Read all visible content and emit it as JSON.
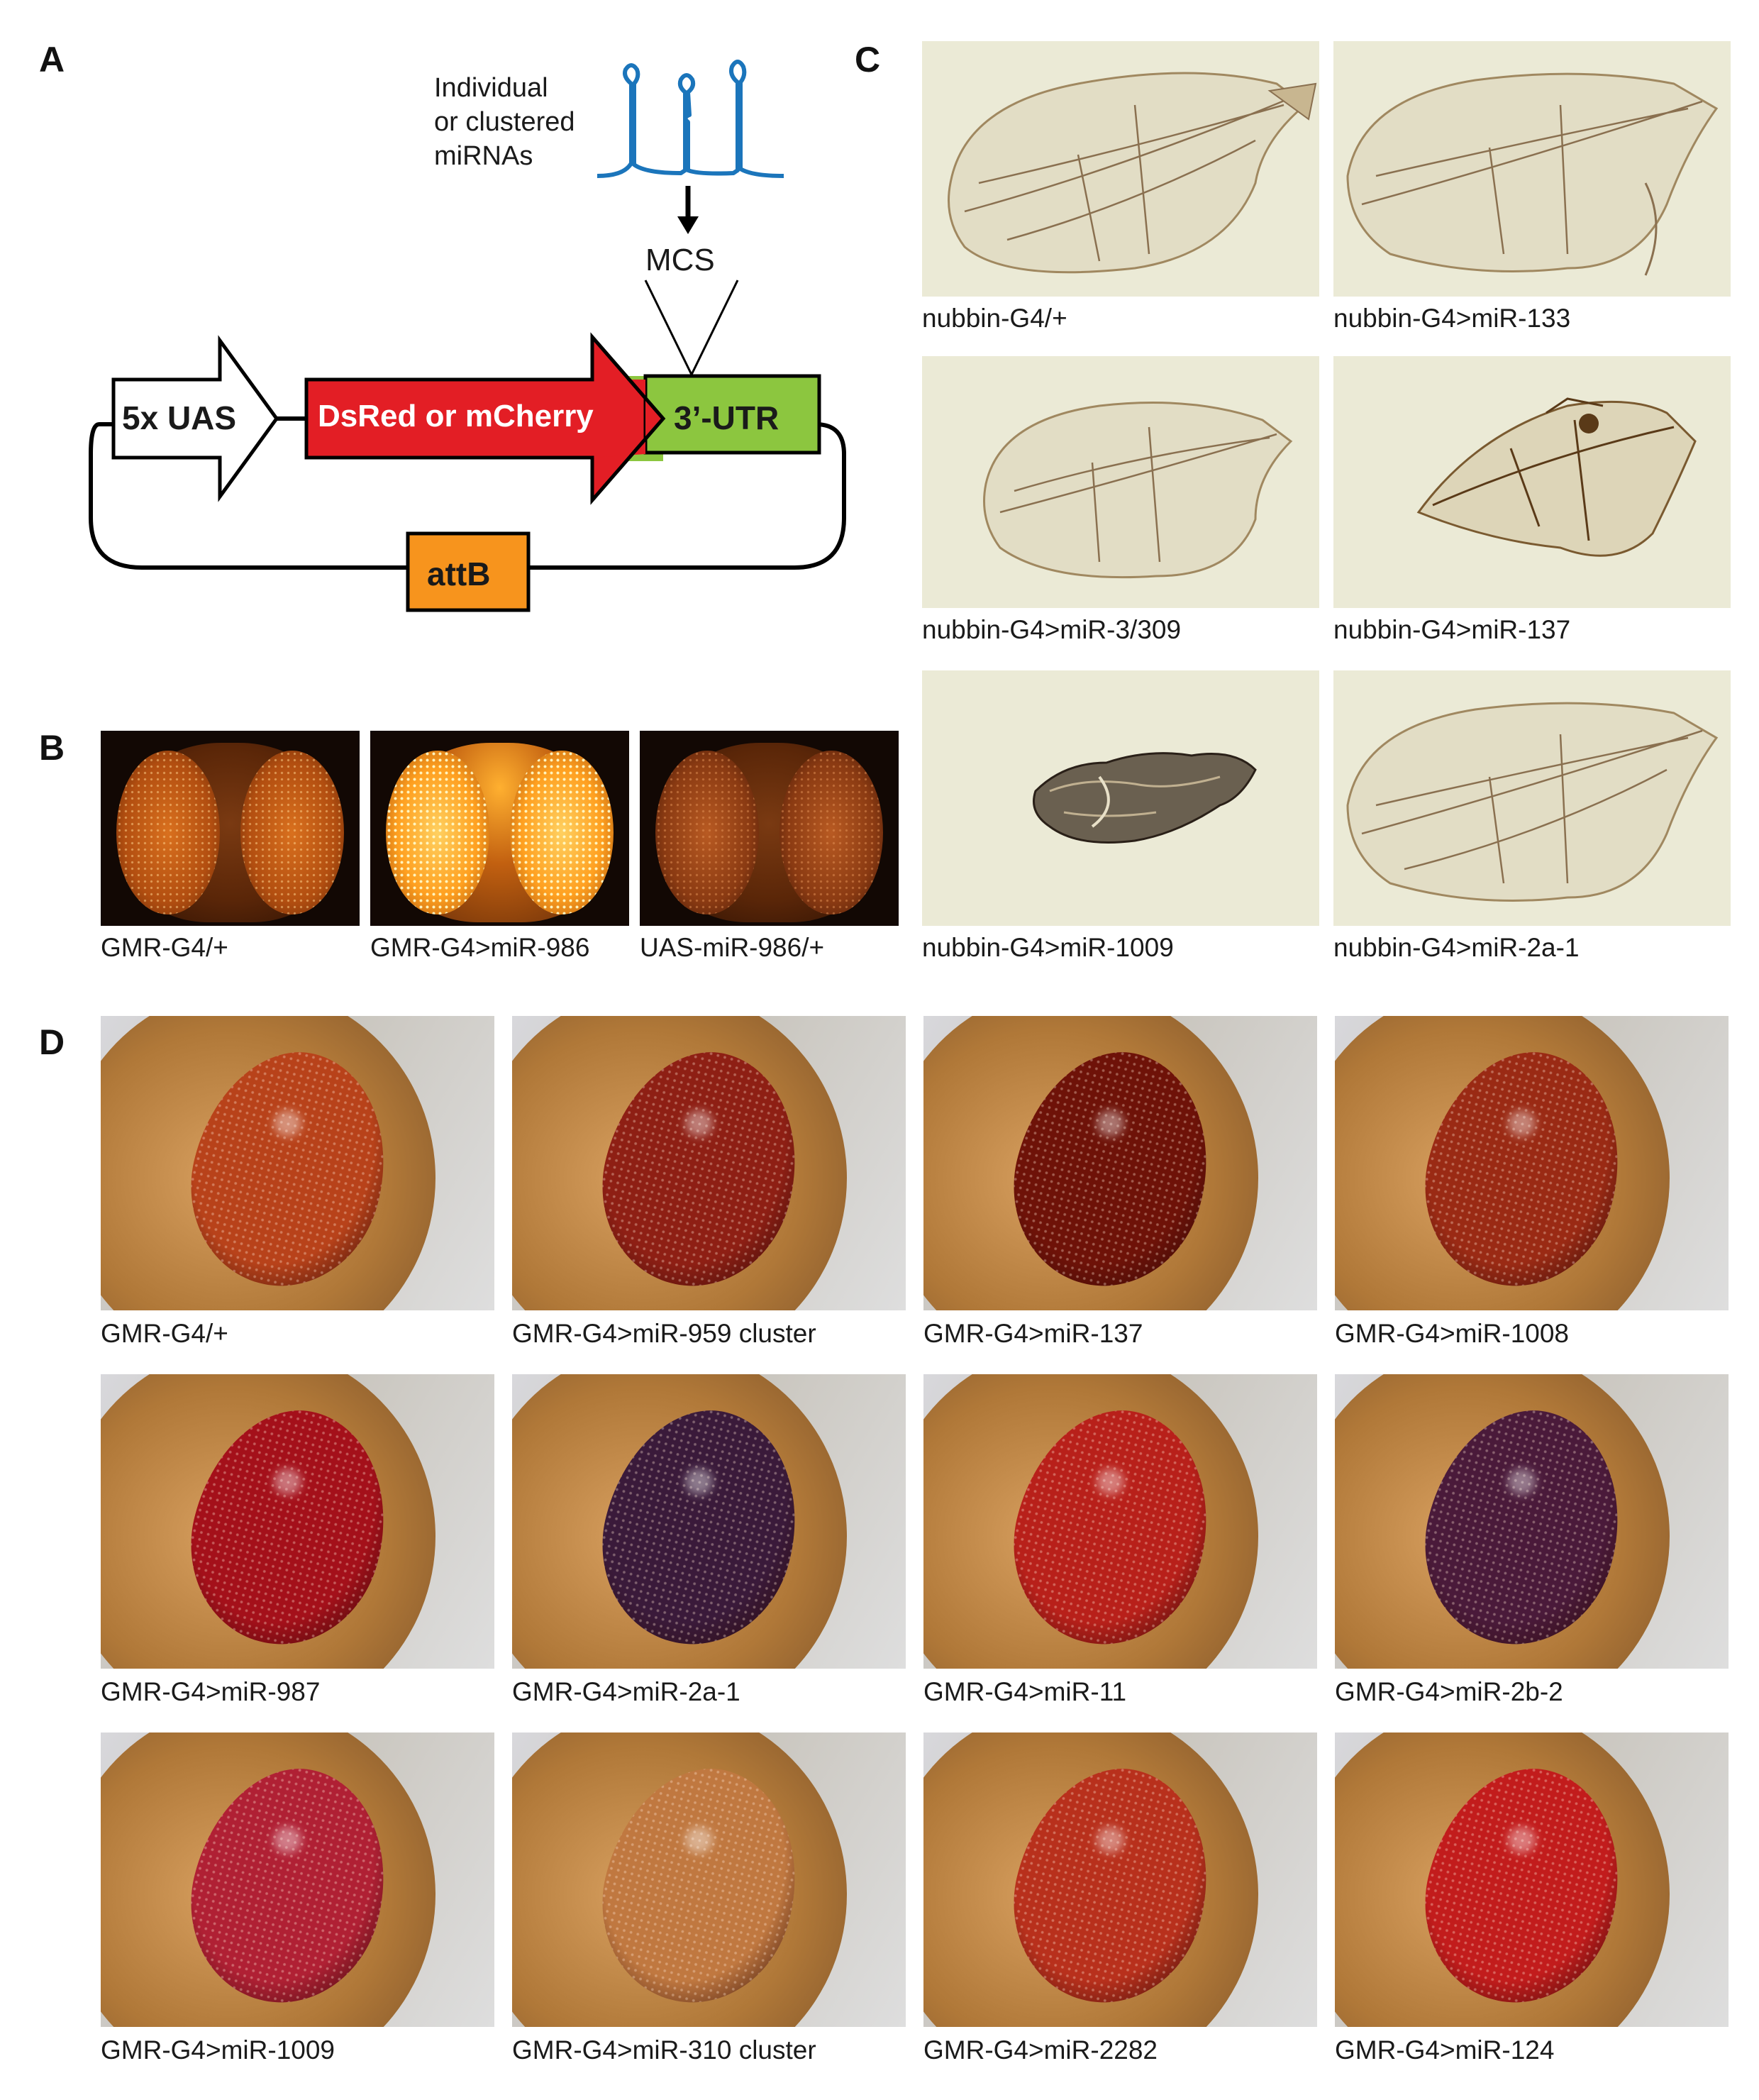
{
  "panels": {
    "A": {
      "letter": "A",
      "mirna_label": "Individual\nor clustered\nmiRNAs",
      "mirna_label_lines": [
        "Individual",
        "or clustered",
        "miRNAs"
      ],
      "mcs": "MCS",
      "uas": "5x UAS",
      "reporter": "DsRed or mCherry",
      "utr": "3’-UTR",
      "attb": "attB",
      "colors": {
        "hairpin": "#1b75bb",
        "uas_fill": "#ffffff",
        "reporter_fill": "#e31e25",
        "utr_fill": "#8cc63f",
        "attb_fill": "#f7941d"
      }
    },
    "B": {
      "letter": "B",
      "captions": [
        "GMR-G4/+",
        "GMR-G4>miR-986",
        "UAS-miR-986/+"
      ]
    },
    "C": {
      "letter": "C",
      "captions": [
        "nubbin-G4/+",
        "nubbin-G4>miR-133",
        "nubbin-G4>miR-3/309",
        "nubbin-G4>miR-137",
        "nubbin-G4>miR-1009",
        "nubbin-G4>miR-2a-1"
      ],
      "wing_shapes": [
        "normal",
        "small-distal",
        "reduced",
        "severely-reduced",
        "crumpled",
        "normal"
      ]
    },
    "D": {
      "letter": "D",
      "captions": [
        "GMR-G4/+",
        "GMR-G4>miR-959 cluster",
        "GMR-G4>miR-137",
        "GMR-G4>miR-1008",
        "GMR-G4>miR-987",
        "GMR-G4>miR-2a-1",
        "GMR-G4>miR-11",
        "GMR-G4>miR-2b-2",
        "GMR-G4>miR-1009",
        "GMR-G4>miR-310 cluster",
        "GMR-G4>miR-2282",
        "GMR-G4>miR-124"
      ],
      "eye_colors": [
        "#b8421a",
        "#8e1f14",
        "#6e1208",
        "#9a2a14",
        "#a4101a",
        "#3a1a3a",
        "#b8201a",
        "#4a1a3a",
        "#b02034",
        "#c07840",
        "#b8301c",
        "#c21c1c"
      ]
    }
  }
}
